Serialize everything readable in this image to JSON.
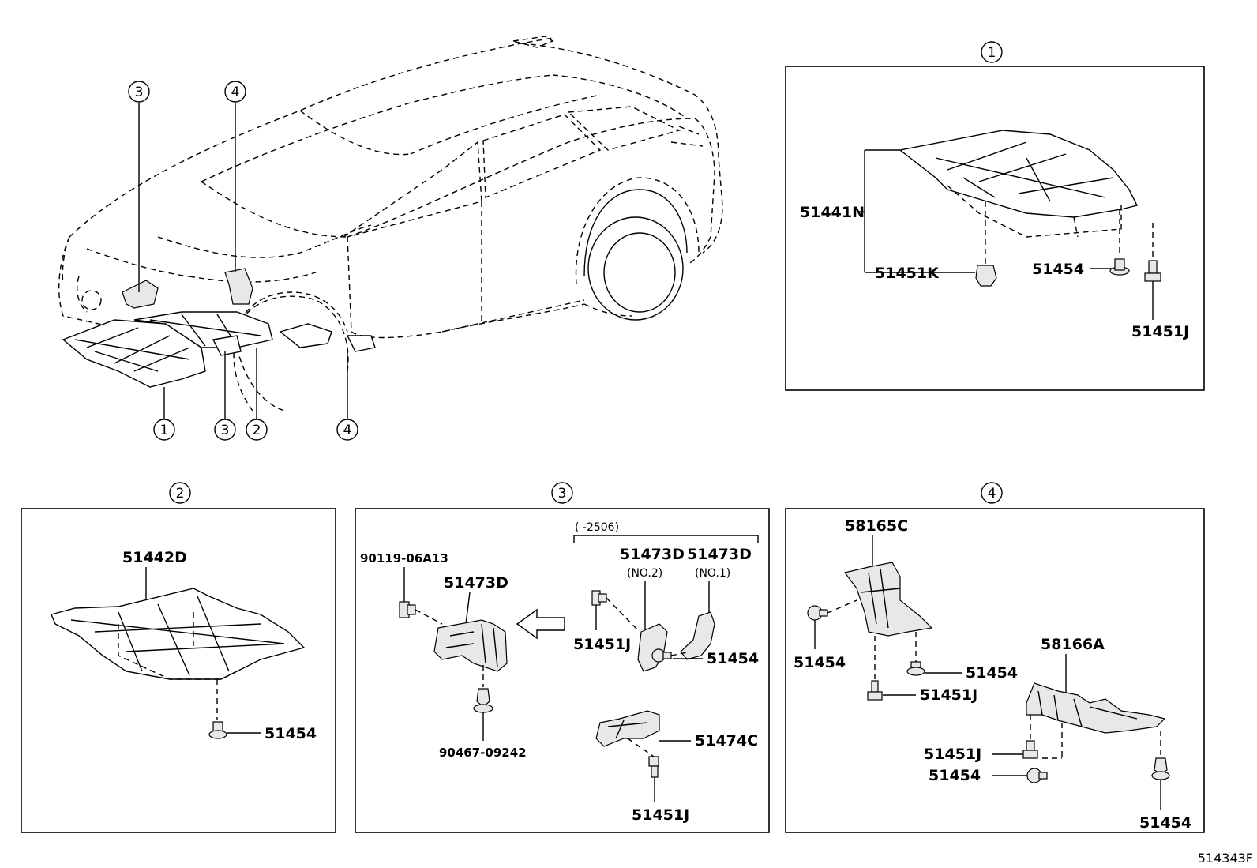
{
  "diagram": {
    "reference_code": "514343F",
    "overview_callouts": [
      "3",
      "4",
      "1",
      "3",
      "2",
      "4"
    ],
    "panel1": {
      "marker": "1",
      "labels": {
        "cover": "51441N",
        "clip_k": "51451K",
        "clip_454": "51454",
        "bolt_j": "51451J"
      }
    },
    "panel2": {
      "marker": "2",
      "labels": {
        "cover": "51442D",
        "clip_454": "51454"
      }
    },
    "panel3": {
      "marker": "3",
      "labels": {
        "bolt_top": "90119-06A13",
        "bracket_main": "51473D",
        "clip_bottom": "90467-09242",
        "range_note": "(      -2506)",
        "bracket_no2": "51473D",
        "note_no2": "(NO.2)",
        "bracket_no1": "51473D",
        "note_no1": "(NO.1)",
        "bolt_j": "51451J",
        "clip_454": "51454",
        "bracket_c": "51474C",
        "bolt_j_lower": "51451J"
      }
    },
    "panel4": {
      "marker": "4",
      "labels": {
        "seal_c": "58165C",
        "clip_left": "51454",
        "clip_right": "51454",
        "bolt_j": "51451J",
        "seal_a": "58166A",
        "bolt_j_lower": "51451J",
        "clip_lower": "51454",
        "clip_bottom": "51454"
      }
    }
  }
}
